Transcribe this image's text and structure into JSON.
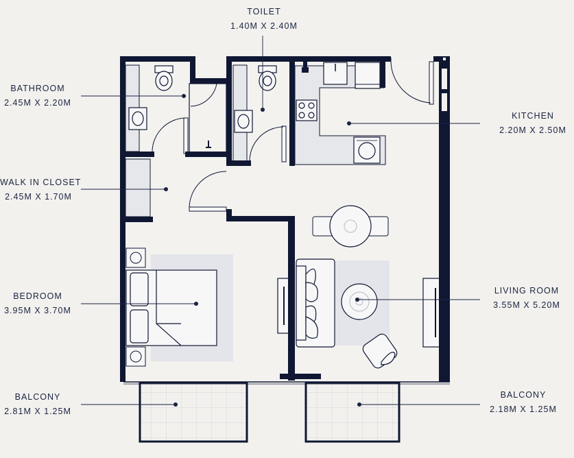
{
  "rooms": {
    "toilet": {
      "name": "TOILET",
      "size": "1.40M X 2.40M"
    },
    "bathroom": {
      "name": "BATHROOM",
      "size": "2.45M X 2.20M"
    },
    "kitchen": {
      "name": "KITCHEN",
      "size": "2.20M X 2.50M"
    },
    "closet": {
      "name": "WALK IN CLOSET",
      "size": "2.45M X 1.70M"
    },
    "bedroom": {
      "name": "BEDROOM",
      "size": "3.95M X 3.70M"
    },
    "living": {
      "name": "LIVING ROOM",
      "size": "3.55M X 5.20M"
    },
    "balcony_left": {
      "name": "BALCONY",
      "size": "2.81M X 1.25M"
    },
    "balcony_right": {
      "name": "BALCONY",
      "size": "2.18M X 1.25M"
    }
  },
  "colors": {
    "background": "#f2f1ee",
    "wall": "#0f1733",
    "ink": "#1b2440",
    "fixture_fill": "#f7f7f8",
    "rug": "#e3e4e8"
  }
}
